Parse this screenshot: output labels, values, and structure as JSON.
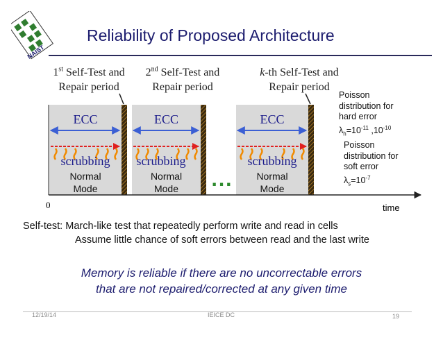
{
  "header": {
    "title": "Reliability of Proposed Architecture",
    "logo_text": "NAIST"
  },
  "periods": [
    {
      "ordinal": "1",
      "sup": "st",
      "line1": " Self-Test and",
      "line2": "Repair period"
    },
    {
      "ordinal": "2",
      "sup": "nd",
      "line1": " Self-Test and",
      "line2": "Repair period"
    },
    {
      "ordinal": "k",
      "sup": "",
      "line1": "-th Self-Test and",
      "line2": "Repair period"
    }
  ],
  "blocks": [
    {
      "ecc": "ECC",
      "scrubbing": "scrubbing",
      "mode1": "Normal",
      "mode2": "Mode"
    },
    {
      "ecc": "ECC",
      "scrubbing": "scrubbing",
      "mode1": "Normal",
      "mode2": "Mode"
    },
    {
      "ecc": "ECC",
      "scrubbing": "scrubbing",
      "mode1": "Normal",
      "mode2": "Mode"
    }
  ],
  "ellipsis": "...",
  "axis": {
    "origin": "0",
    "label": "time"
  },
  "hard_error": {
    "line1": "Poisson",
    "line2": "distribution for",
    "line3": "hard error",
    "symbol": "λ",
    "sub": "h",
    "eq": "=10",
    "exp1": "-11",
    "sep": " ,10",
    "exp2": "-10"
  },
  "soft_error": {
    "line1": "Poisson",
    "line2": "distribution for",
    "line3": "soft error",
    "symbol": "λ",
    "sub": "s",
    "eq": "=10",
    "exp": "-7"
  },
  "selftest": {
    "line1": "Self-test: March-like test that repeatedly perform write and read in cells",
    "line2": "Assume little chance of soft errors between read and the last write"
  },
  "conclusion": {
    "line1": "Memory is reliable if there are no uncorrectable errors",
    "line2": "that are not repaired/corrected at any given time"
  },
  "footer": {
    "date": "12/19/14",
    "venue": "IEICE DC",
    "page": "19"
  },
  "colors": {
    "title": "#1c1c6e",
    "ecc_arrow": "#3b5fd4",
    "scrub_arrow": "#e02020",
    "dots": "#2e8b2e"
  }
}
